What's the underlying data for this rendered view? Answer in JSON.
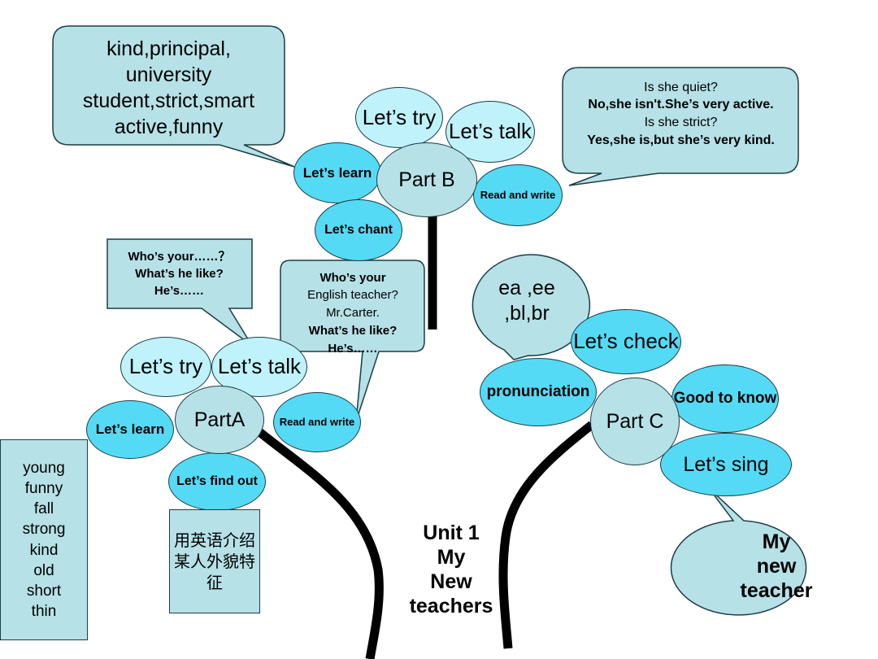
{
  "part_b": {
    "title": "Part B",
    "items": [
      "Let’s try",
      "Let’s talk",
      "Let’s learn",
      "Read and write",
      "Let’s chant"
    ],
    "vocab": [
      "kind,principal,",
      "university",
      "student,strict,smart",
      "active,funny"
    ],
    "dialogue": [
      "Is she quiet?",
      "No,she isn't.She’s very active.",
      "Is she strict?",
      "Yes,she is,but she’s very kind."
    ]
  },
  "part_a": {
    "title": "PartA",
    "items": [
      "Let’s try",
      "Let’s talk",
      "Let’s learn",
      "Read and write",
      "Let’s find out"
    ],
    "talk_bubble": [
      "Who’s your……？",
      "What’s he like?",
      "He’s……"
    ],
    "read_bubble": [
      "Who’s your",
      "English teacher?",
      "Mr.Carter.",
      "What’s he like?",
      "He’s……"
    ],
    "adjectives": [
      "young",
      "funny",
      "fall",
      "strong",
      "kind",
      "old",
      "short",
      "thin"
    ],
    "chinese_note": [
      "用英语介绍",
      "某人外貌特征"
    ]
  },
  "part_c": {
    "title": "Part C",
    "items": [
      "Let’s check",
      "pronunciation",
      "Good to know",
      "Let’s sing"
    ],
    "phonics": [
      "ea ,ee",
      ",bl,br"
    ],
    "song": [
      "My",
      "new",
      "teacher"
    ]
  },
  "unit_title": [
    "Unit 1",
    "My",
    "New",
    "teachers"
  ]
}
